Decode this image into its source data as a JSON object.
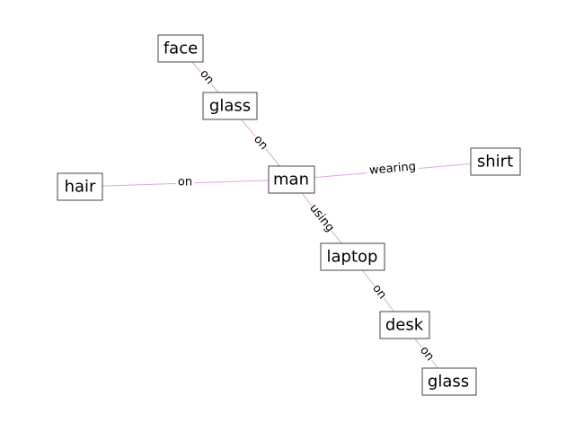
{
  "colors": {
    "edge": "#e4a2e4",
    "node_border": "#444444",
    "node_fill": "#ffffff",
    "text": "#000000"
  },
  "nodes": {
    "face": "face",
    "glass_top": "glass",
    "man": "man",
    "hair": "hair",
    "shirt": "shirt",
    "laptop": "laptop",
    "desk": "desk",
    "glass_bottom": "glass"
  },
  "edges": {
    "face_glass": "on",
    "glass_man": "on",
    "hair_man": "on",
    "man_shirt": "wearing",
    "man_laptop": "using",
    "laptop_desk": "on",
    "desk_glass": "on"
  }
}
